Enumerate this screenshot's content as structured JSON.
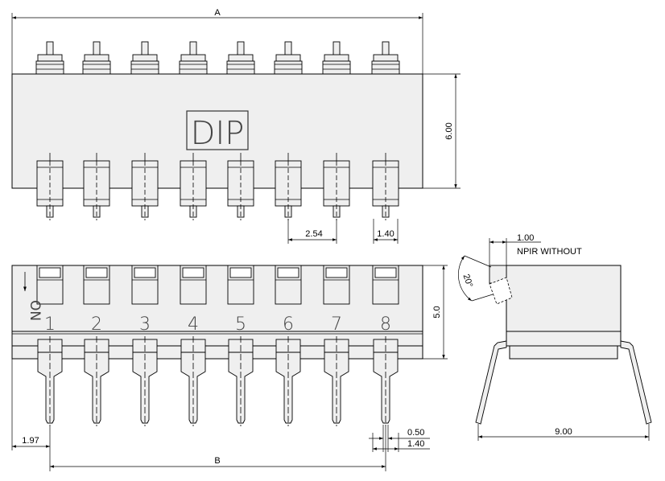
{
  "labels": {
    "brand": "DIP",
    "on_marking": "ON",
    "positions": [
      "1",
      "2",
      "3",
      "4",
      "5",
      "6",
      "7",
      "8"
    ]
  },
  "dimensions": {
    "overall_length": "A",
    "pin_span": "B",
    "body_width": "6.00",
    "pitch": "2.54",
    "actuator_width": "1.40",
    "side_height": "5.0",
    "edge_offset": "1.97",
    "pin_width": "0.50",
    "pin_land": "1.40",
    "actuator_travel": "1.00",
    "actuator_angle": "20°",
    "lead_span": "9.00"
  },
  "notes": {
    "npir": "NPIR  WITHOUT"
  }
}
